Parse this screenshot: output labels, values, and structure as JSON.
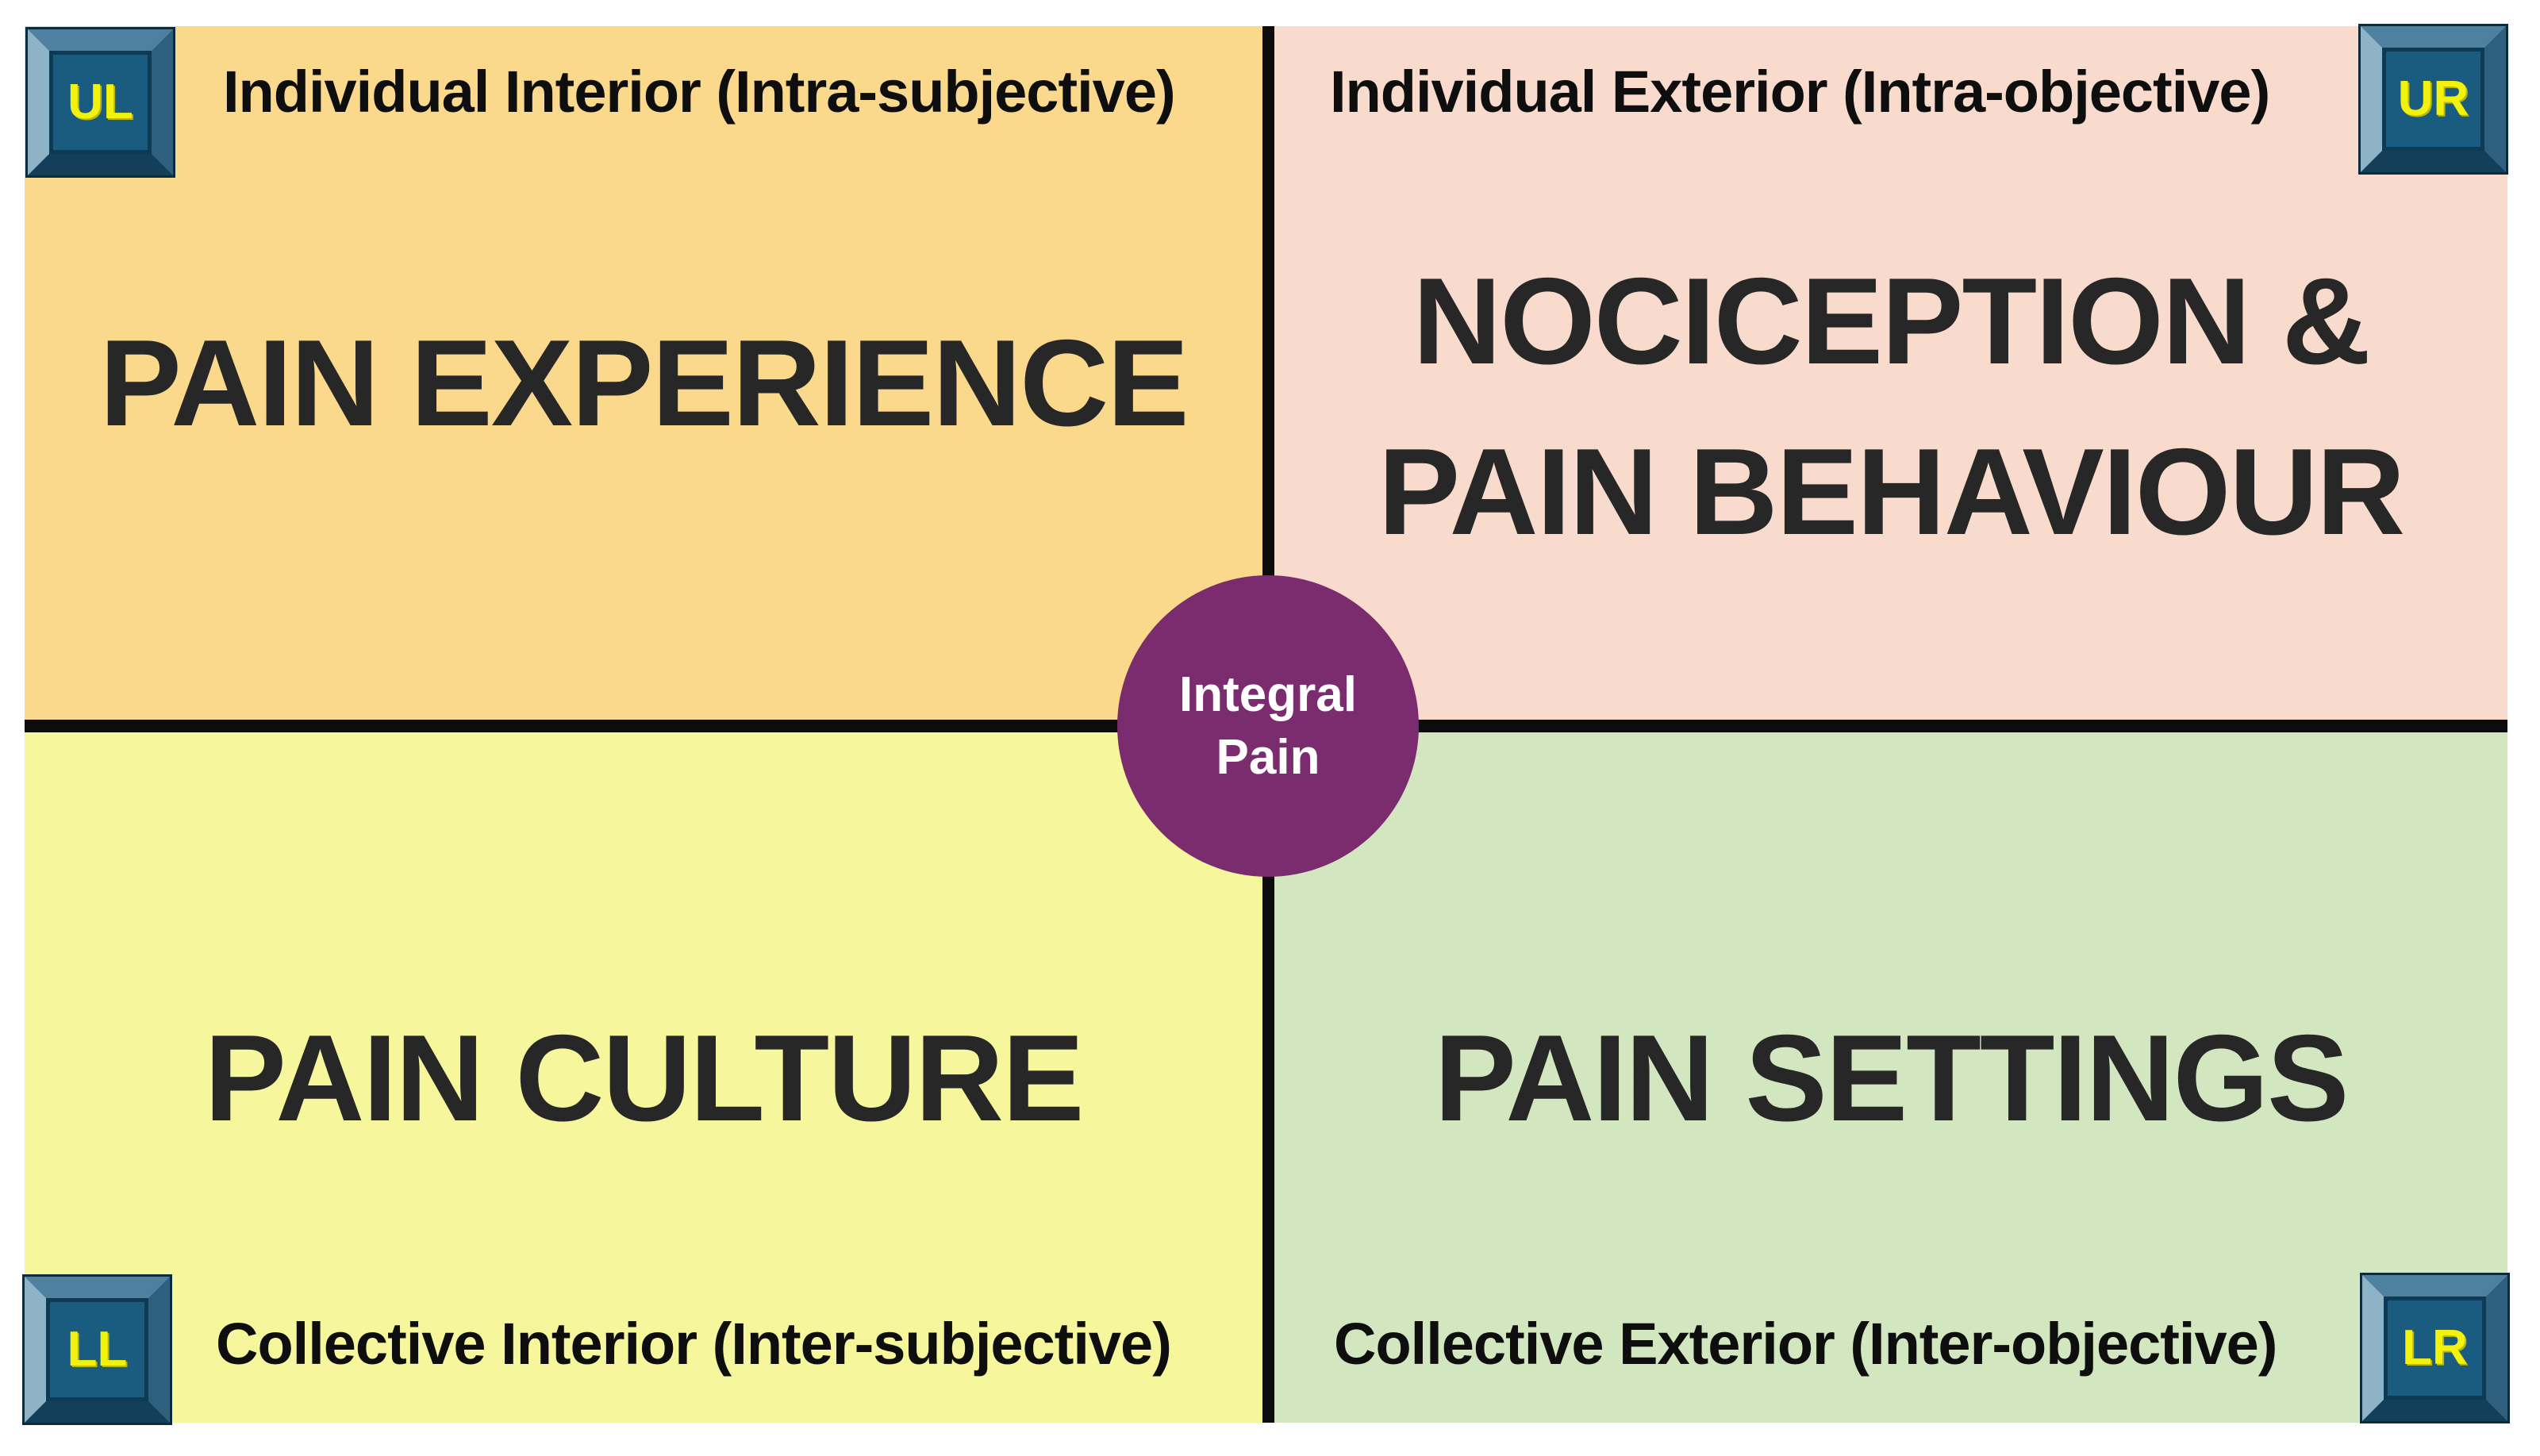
{
  "figure": {
    "quadrants": {
      "ul": {
        "badge": "UL",
        "header": "Individual Interior (Intra-subjective)",
        "title": "PAIN EXPERIENCE",
        "bg": "#fad88c"
      },
      "ur": {
        "badge": "UR",
        "header": "Individual Exterior (Intra-objective)",
        "title_line1": "NOCICEPTION &",
        "title_line2": "PAIN BEHAVIOUR",
        "bg": "#f8dbcc"
      },
      "ll": {
        "badge": "LL",
        "header": "Collective Interior (Inter-subjective)",
        "title": "PAIN CULTURE",
        "bg": "#f6f79c"
      },
      "lr": {
        "badge": "LR",
        "header": "Collective Exterior (Inter-objective)",
        "title": "PAIN SETTINGS",
        "bg": "#d2e6c0"
      }
    },
    "center": {
      "line1": "Integral",
      "line2": "Pain",
      "bg": "#7a2c6e",
      "text_color": "#ffffff"
    },
    "colors": {
      "page_bg": "#ffffff",
      "divider": "#0c0c0c",
      "title_text": "#272727",
      "header_text": "#0e0e0e",
      "badge_face": "#1a5c80",
      "badge_text": "#f2f20c",
      "badge_bevel_top": "#4e80a0",
      "badge_bevel_left": "#8fb3c6",
      "badge_bevel_right": "#2f5f7e",
      "badge_bevel_bottom": "#133f5a",
      "badge_outline": "#0a2c3f"
    }
  }
}
